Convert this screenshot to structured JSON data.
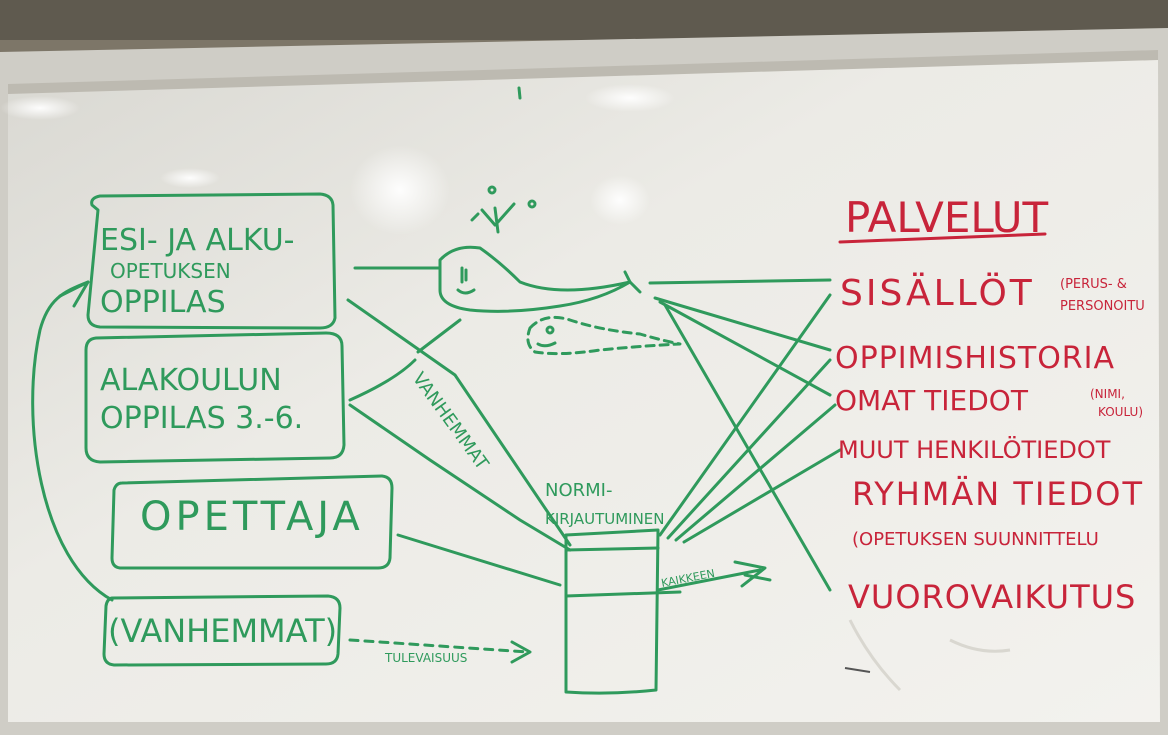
{
  "colors": {
    "marker_green": "#2f9a5c",
    "marker_red": "#c8243a",
    "board": "#ecebe6"
  },
  "boxes": {
    "esi_line1": "ESI- JA ALKU-",
    "esi_line2": "OPETUKSEN",
    "esi_line3": "OPPILAS",
    "ala_line1": "ALAKOULUN",
    "ala_line2": "OPPILAS 3.-6.",
    "opettaja": "OPETTAJA",
    "vanhemmat": "(VANHEMMAT)"
  },
  "labels": {
    "vanhemmat_diag": "VANHEMMAT",
    "normi_line1": "NORMI-",
    "normi_line2": "KIRJAUTUMINEN",
    "kaikkeen": "KAIKKEEN",
    "tulevaisuus": "TULEVAISUUS"
  },
  "services": {
    "title": "PALVELUT",
    "items": [
      {
        "text": "SISÄLLÖT",
        "note": "(PERUS- &",
        "note2": "PERSONOITU"
      },
      {
        "text": "OPPIMISHISTORIA",
        "note": "",
        "note2": ""
      },
      {
        "text": "OMAT TIEDOT",
        "note": "(NIMI,",
        "note2": "KOULU)"
      },
      {
        "text": "MUUT HENKILÖTIEDOT",
        "note": "",
        "note2": ""
      },
      {
        "text": "RYHMÄN TIEDOT",
        "note": "",
        "note2": ""
      },
      {
        "text": "(OPETUKSEN SUUNNITTELU",
        "note": "",
        "note2": ""
      },
      {
        "text": "VUOROVAIKUTUS",
        "note": "",
        "note2": ""
      }
    ]
  },
  "icons": {
    "whale": "whale-icon",
    "fish": "fish-icon"
  }
}
